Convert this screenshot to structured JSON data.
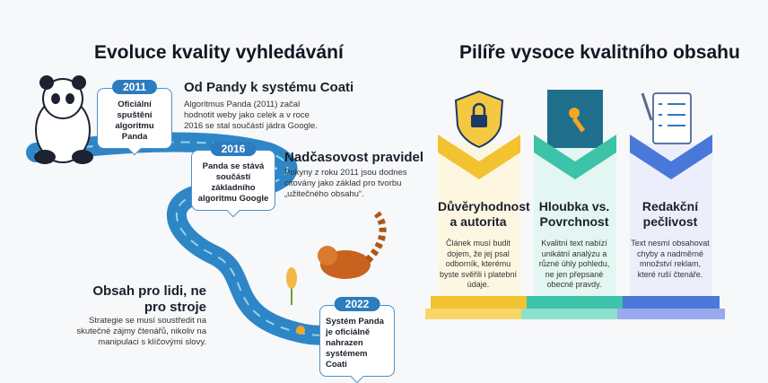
{
  "left": {
    "title": "Evoluce kvality vyhledávání",
    "milestones": [
      {
        "year": "2011",
        "text": "Oficiální spuštění algoritmu Panda"
      },
      {
        "year": "2016",
        "text": "Panda se stává součástí základního algoritmu Google"
      },
      {
        "year": "2022",
        "text": "Systém Panda je oficiálně nahrazen systémem Coati"
      }
    ],
    "sections": [
      {
        "title": "Od Pandy k systému Coati",
        "text": "Algoritmus Panda (2011) začal hodnotit weby jako celek a v roce 2016 se stal součástí jádra Google."
      },
      {
        "title": "Nadčasovost pravidel",
        "text": "Pokyny z roku 2011 jsou dodnes citovány jako základ pro tvorbu „užitečného obsahu“."
      },
      {
        "title": "Obsah pro lidi, ne pro stroje",
        "text": "Strategie se musí soustředit na skutečné zájmy čtenářů, nikoliv na manipulaci s klíčovými slovy."
      }
    ]
  },
  "right": {
    "title": "Pilíře vysoce kvalitního obsahu",
    "pillars": [
      {
        "title": "Důvěryhodnost a autorita",
        "text": "Článek musí budit dojem, že jej psal odborník, kterému byste svěřili i platební údaje.",
        "icon": "shield-lock-icon",
        "color": "#f2c230"
      },
      {
        "title": "Hloubka vs. Povrchnost",
        "text": "Kvalitní text nabízí unikátní analýzu a různé úhly pohledu, ne jen přepsané obecné pravdy.",
        "icon": "diver-icon",
        "color": "#3cc3a8"
      },
      {
        "title": "Redakční pečlivost",
        "text": "Text nesmí obsahovat chyby a nadměrné množství reklam, které ruší čtenáře.",
        "icon": "checklist-scroll-icon",
        "color": "#4a78d8"
      }
    ]
  }
}
